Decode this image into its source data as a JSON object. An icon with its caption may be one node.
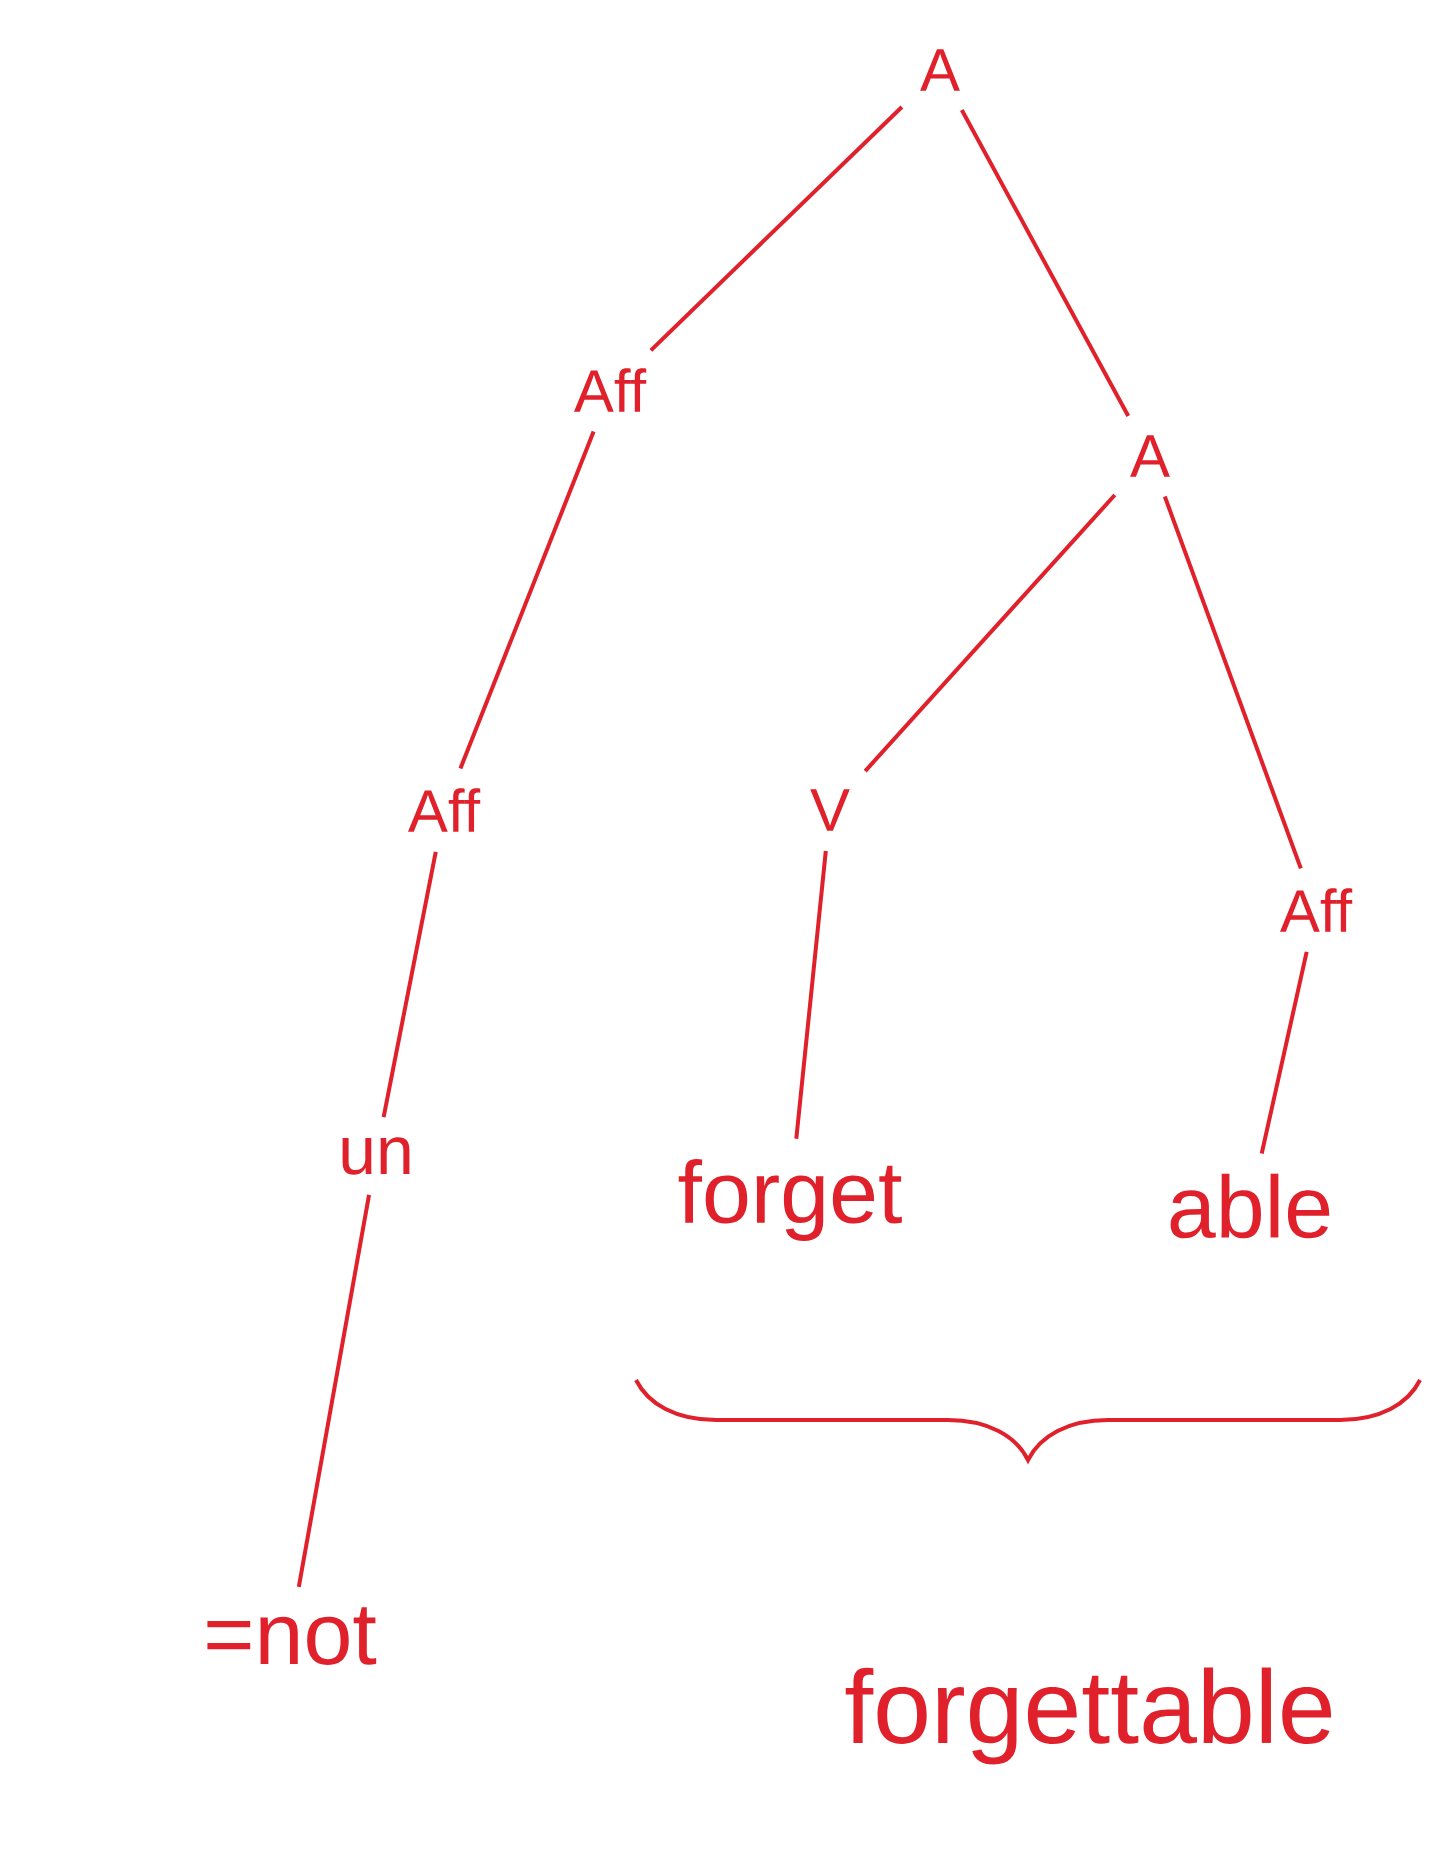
{
  "diagram": {
    "nodes": [
      {
        "text": [
          "A"
        ]
      },
      {
        "text": [
          "Aff"
        ]
      },
      {
        "text": [
          "A"
        ]
      },
      {
        "text": [
          "Aff"
        ]
      },
      {
        "text": [
          "V"
        ]
      },
      {
        "text": [
          "Aff"
        ]
      },
      {
        "text": [
          "un"
        ]
      },
      {
        "text": [
          "forget"
        ]
      },
      {
        "text": [
          "able"
        ]
      },
      {
        "text": [
          "=not"
        ]
      },
      {
        "text": [
          "forgettable"
        ]
      }
    ],
    "edges": [
      {
        "from": 0,
        "to": 1,
        "arrow": "none"
      },
      {
        "from": 0,
        "to": 2,
        "arrow": "none"
      },
      {
        "from": 1,
        "to": 3,
        "arrow": "none"
      },
      {
        "from": 2,
        "to": 4,
        "arrow": "none"
      },
      {
        "from": 2,
        "to": 5,
        "arrow": "none"
      },
      {
        "from": 3,
        "to": 6,
        "arrow": "none"
      },
      {
        "from": 4,
        "to": 7,
        "arrow": "none"
      },
      {
        "from": 5,
        "to": 8,
        "arrow": "none"
      },
      {
        "from": 6,
        "to": 9,
        "arrow": "none"
      }
    ]
  }
}
